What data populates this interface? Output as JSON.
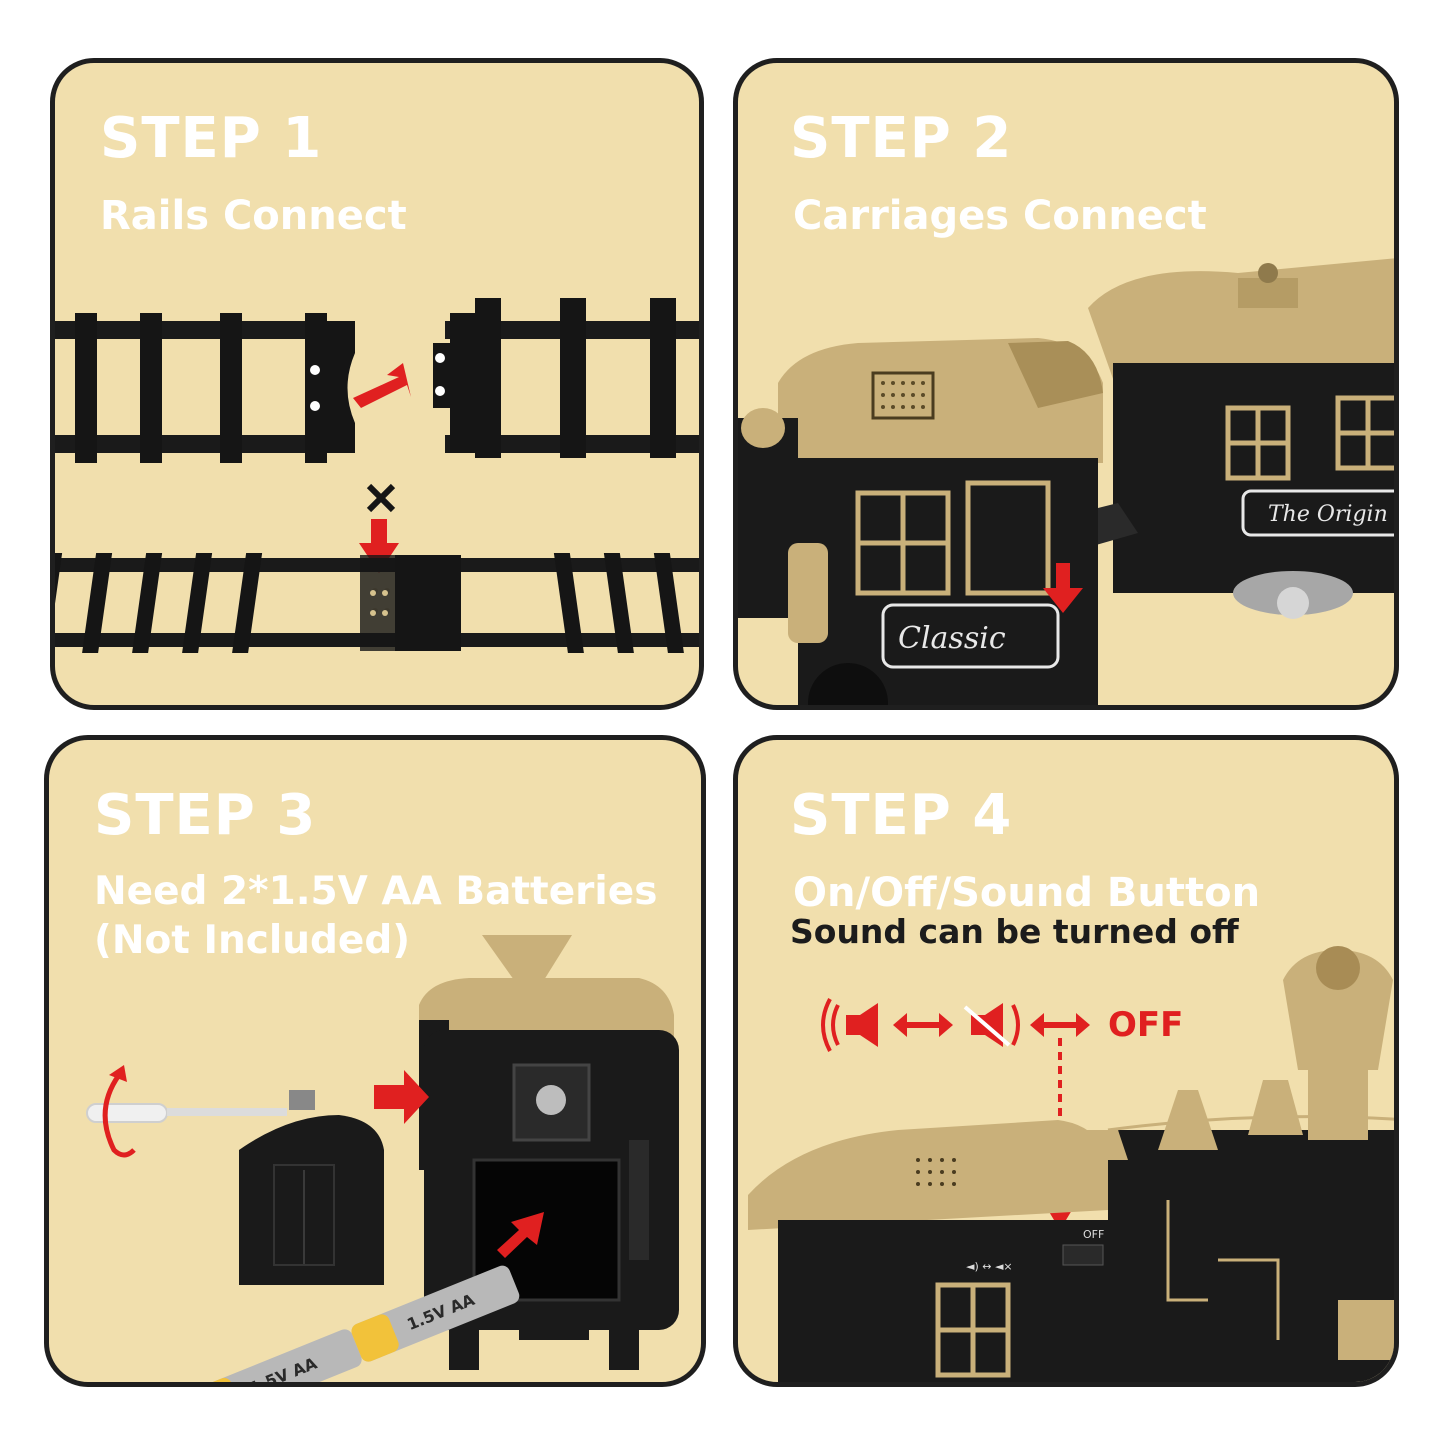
{
  "steps": [
    {
      "step": "STEP 1",
      "title": "Rails Connect"
    },
    {
      "step": "STEP 2",
      "title": "Carriages Connect",
      "labels": {
        "engine_plate": "Classic",
        "carriage_plate": "The Origin"
      }
    },
    {
      "step": "STEP 3",
      "title": "Need 2*1.5V AA Batteries\n(Not Included)",
      "labels": {
        "battery_text": "1.5V AA"
      }
    },
    {
      "step": "STEP 4",
      "title": "On/Off/Sound Button",
      "note": "Sound can be turned off",
      "labels": {
        "off": "OFF",
        "switch_off": "OFF"
      }
    }
  ],
  "colors": {
    "panel_bg": "#f1dfad",
    "panel_border": "#1f1f1f",
    "arrow_red": "#e02020",
    "train_black": "#1a1a1a",
    "train_gold": "#c9b07a"
  },
  "icons": [
    "sound-on-icon",
    "sound-off-icon",
    "double-arrow-icon",
    "rotate-arrow-icon",
    "screwdriver-icon"
  ]
}
